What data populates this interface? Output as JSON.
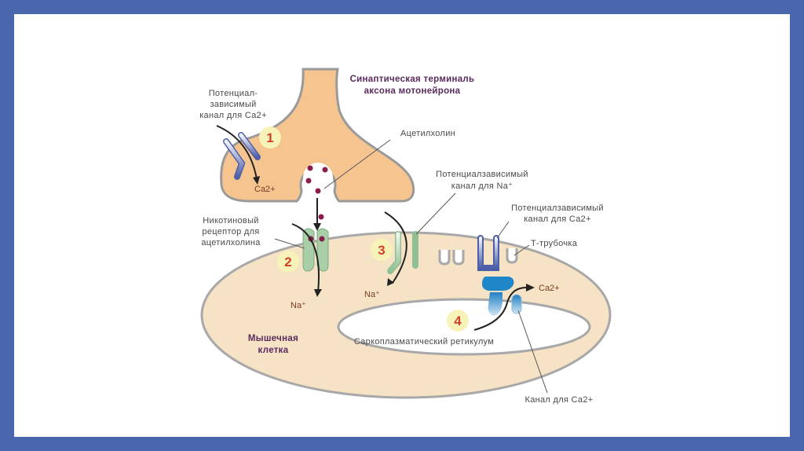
{
  "title": {
    "line1": "Синаптическая терминаль",
    "line2": "аксона мотонейрона"
  },
  "muscle_label": {
    "line1": "Мышечная",
    "line2": "клетка"
  },
  "labels": {
    "ca_channel_terminal": {
      "line1": "Потенциал-",
      "line2": "зависимый",
      "line3": "канал для Са2+"
    },
    "acetylcholine": "Ацетилхолин",
    "nicotinic_receptor": {
      "line1": "Никотиновый",
      "line2": "рецептор для",
      "line3": "ацетилхолина"
    },
    "na_channel": {
      "line1": "Потенциалзависимый",
      "line2": "канал для Na⁺"
    },
    "ca_channel_muscle": {
      "line1": "Потенциалзависимый",
      "line2": "канал для Са2+"
    },
    "t_tubule": "Т-трубочка",
    "sarcoplasmic_reticulum": "Саркоплазматический ретикулум",
    "ca_release_channel": "Канал для Са2+"
  },
  "ions": {
    "ca_terminal": "Ca2+",
    "na_receptor": "Na⁺",
    "na_channel": "Na⁺",
    "ca_sr": "Ca2+"
  },
  "steps": [
    "1",
    "2",
    "3",
    "4"
  ],
  "colors": {
    "frame": "#4a66ad",
    "terminal": "#f5c48f",
    "muscle": "#f6e2c4",
    "title": "#5a2a5e",
    "step": "#d0402a"
  }
}
